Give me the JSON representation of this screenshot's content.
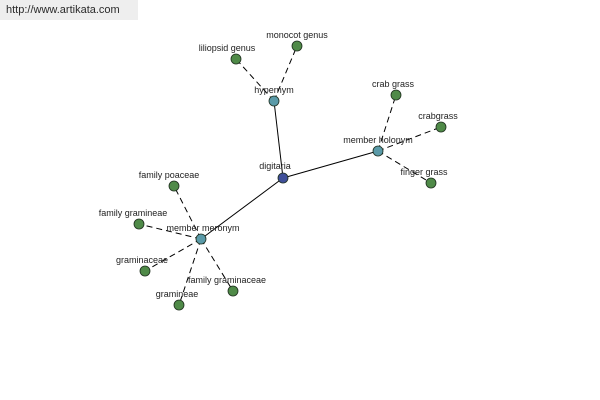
{
  "site_url": "http://www.artikata.com",
  "colors": {
    "root": "#3f4f99",
    "relation": "#5a9aa8",
    "leaf": "#4f8a48",
    "stroke": "#1e2e1e"
  },
  "nodes": [
    {
      "id": "digitaria",
      "label": "digitaria",
      "kind": "root"
    },
    {
      "id": "hypernym",
      "label": "hypernym",
      "kind": "relation"
    },
    {
      "id": "member-holonym",
      "label": "member holonym",
      "kind": "relation"
    },
    {
      "id": "member-meronym",
      "label": "member meronym",
      "kind": "relation"
    },
    {
      "id": "liliopsid-genus",
      "label": "liliopsid genus",
      "kind": "leaf"
    },
    {
      "id": "monocot-genus",
      "label": "monocot genus",
      "kind": "leaf"
    },
    {
      "id": "crab-grass",
      "label": "crab grass",
      "kind": "leaf"
    },
    {
      "id": "crabgrass",
      "label": "crabgrass",
      "kind": "leaf"
    },
    {
      "id": "finger-grass",
      "label": "finger grass",
      "kind": "leaf"
    },
    {
      "id": "family-poaceae",
      "label": "family poaceae",
      "kind": "leaf"
    },
    {
      "id": "family-gramineae",
      "label": "family gramineae",
      "kind": "leaf"
    },
    {
      "id": "graminaceae",
      "label": "graminaceae",
      "kind": "leaf"
    },
    {
      "id": "family-graminaceae",
      "label": "family graminaceae",
      "kind": "leaf"
    },
    {
      "id": "gramineae",
      "label": "gramineae",
      "kind": "leaf"
    }
  ],
  "edges": [
    {
      "from": "digitaria",
      "to": "hypernym",
      "style": "solid"
    },
    {
      "from": "digitaria",
      "to": "member-holonym",
      "style": "solid"
    },
    {
      "from": "digitaria",
      "to": "member-meronym",
      "style": "solid"
    },
    {
      "from": "hypernym",
      "to": "liliopsid-genus",
      "style": "dashed"
    },
    {
      "from": "hypernym",
      "to": "monocot-genus",
      "style": "dashed"
    },
    {
      "from": "member-holonym",
      "to": "crab-grass",
      "style": "dashed"
    },
    {
      "from": "member-holonym",
      "to": "crabgrass",
      "style": "dashed"
    },
    {
      "from": "member-holonym",
      "to": "finger-grass",
      "style": "dashed"
    },
    {
      "from": "member-meronym",
      "to": "family-poaceae",
      "style": "dashed"
    },
    {
      "from": "member-meronym",
      "to": "family-gramineae",
      "style": "dashed"
    },
    {
      "from": "member-meronym",
      "to": "graminaceae",
      "style": "dashed"
    },
    {
      "from": "member-meronym",
      "to": "family-graminaceae",
      "style": "dashed"
    },
    {
      "from": "member-meronym",
      "to": "gramineae",
      "style": "dashed"
    }
  ]
}
